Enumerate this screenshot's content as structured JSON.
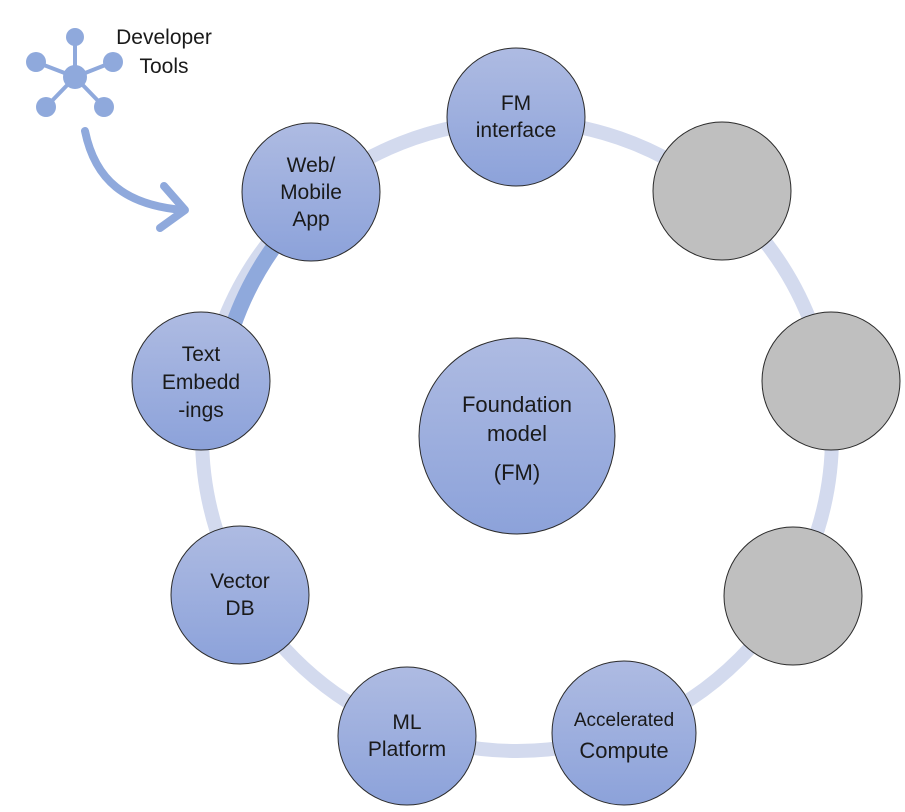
{
  "legend": {
    "icon": "network-hub-icon",
    "line1": "Developer",
    "line2": "Tools"
  },
  "center": {
    "line1": "Foundation",
    "line2": "model",
    "line3": "(FM)"
  },
  "nodes": {
    "fm_interface": {
      "line1": "FM",
      "line2": "interface"
    },
    "web_mobile_app": {
      "line1": "Web/",
      "line2": "Mobile",
      "line3": "App"
    },
    "text_embeddings": {
      "line1": "Text",
      "line2": "Embedd",
      "line3": "-ings"
    },
    "vector_db": {
      "line1": "Vector",
      "line2": "DB"
    },
    "ml_platform": {
      "line1": "ML",
      "line2": "Platform"
    },
    "accelerated_compute": {
      "line1": "Accelerated",
      "line2": "Compute"
    }
  },
  "colors": {
    "ring": "#d3daee",
    "ring_highlight": "#8fa9dc",
    "node_top": "#aebbe2",
    "node_bottom": "#8ca2da",
    "node_stroke": "#2b2b2b",
    "placeholder_fill": "#bfbfbf",
    "icon": "#8fa9dc"
  }
}
